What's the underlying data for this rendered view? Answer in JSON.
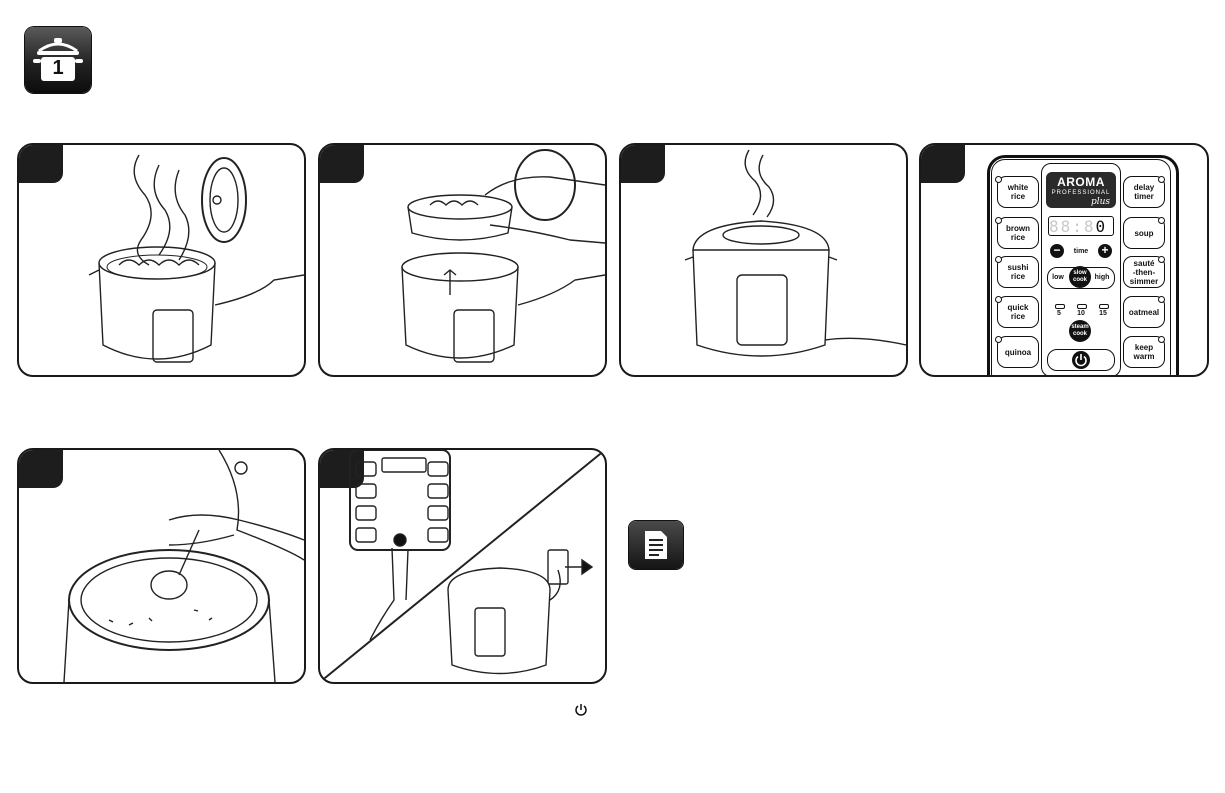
{
  "header": {
    "badge_icon": "cooking-pot-step-1-icon",
    "badge_numeral": "1"
  },
  "colors": {
    "ink": "#111111",
    "panel_tab": "#1d1d1d",
    "badge": "#232323"
  },
  "control_panel": {
    "brand": "AROMA",
    "brand_line2": "PROFESSIONAL",
    "brand_line3": "plus",
    "display_value": "0",
    "left_buttons": [
      "white\nrice",
      "brown\nrice",
      "sushi\nrice",
      "quick\nrice",
      "quinoa"
    ],
    "right_buttons": [
      "delay\ntimer",
      "soup",
      "sauté\n-then-\nsimmer",
      "oatmeal",
      "keep\nwarm"
    ],
    "time_label": "time",
    "minus_label": "−",
    "plus_label": "+",
    "low_label": "low",
    "slow_cook_label": "slow\ncook",
    "high_label": "high",
    "steam_times": [
      "5",
      "10",
      "15"
    ],
    "steam_cook_label": "steam\ncook",
    "power_icon": "power-icon"
  },
  "footer": {
    "power_symbol": "⏻",
    "note_icon": "note-document-icon"
  }
}
